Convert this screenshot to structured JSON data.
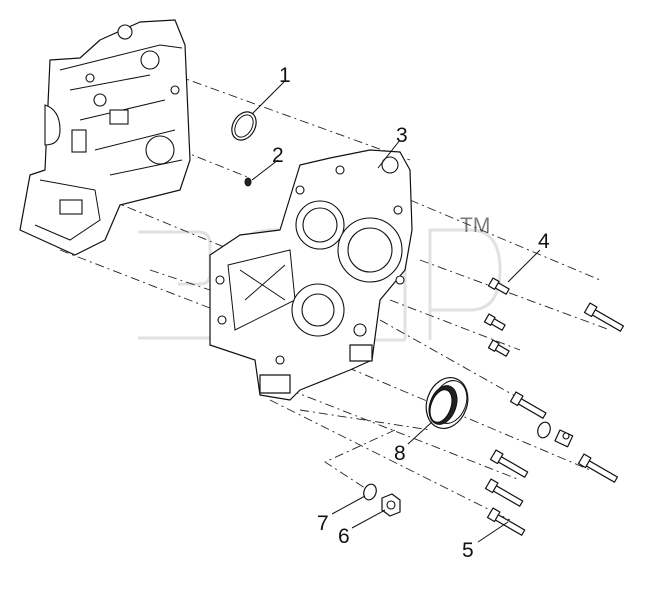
{
  "watermark": {
    "text": "ЗАП",
    "trademark": "TM"
  },
  "callouts": [
    {
      "id": "1",
      "label": "1"
    },
    {
      "id": "2",
      "label": "2"
    },
    {
      "id": "3",
      "label": "3"
    },
    {
      "id": "4",
      "label": "4"
    },
    {
      "id": "5",
      "label": "5"
    },
    {
      "id": "6",
      "label": "6"
    },
    {
      "id": "7",
      "label": "7"
    },
    {
      "id": "8",
      "label": "8"
    }
  ]
}
